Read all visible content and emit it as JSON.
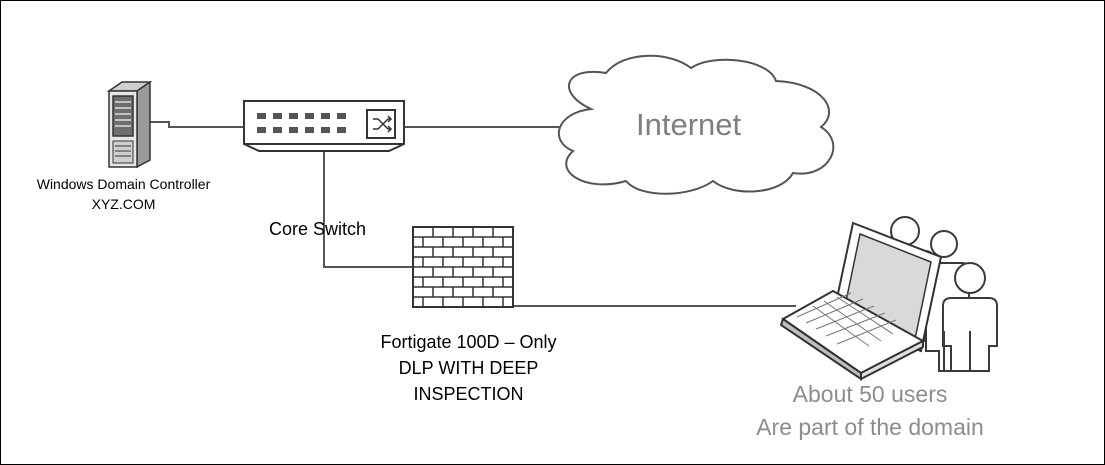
{
  "domain_controller": {
    "name": "Windows Domain Controller",
    "domain": "XYZ.COM"
  },
  "core_switch": {
    "label": "Core Switch"
  },
  "firewall": {
    "line1": "Fortigate 100D – Only",
    "line2": "DLP WITH DEEP",
    "line3": "INSPECTION"
  },
  "internet": {
    "label": "Internet"
  },
  "users": {
    "line1": "About 50 users",
    "line2": "Are part of the domain"
  },
  "colors": {
    "line": "#555555",
    "muted_text": "#8c8c8c",
    "icon_stroke": "#333333"
  },
  "icons": [
    "server-icon",
    "switch-icon",
    "firewall-icon",
    "cloud-icon",
    "laptop-icon",
    "users-icon"
  ]
}
